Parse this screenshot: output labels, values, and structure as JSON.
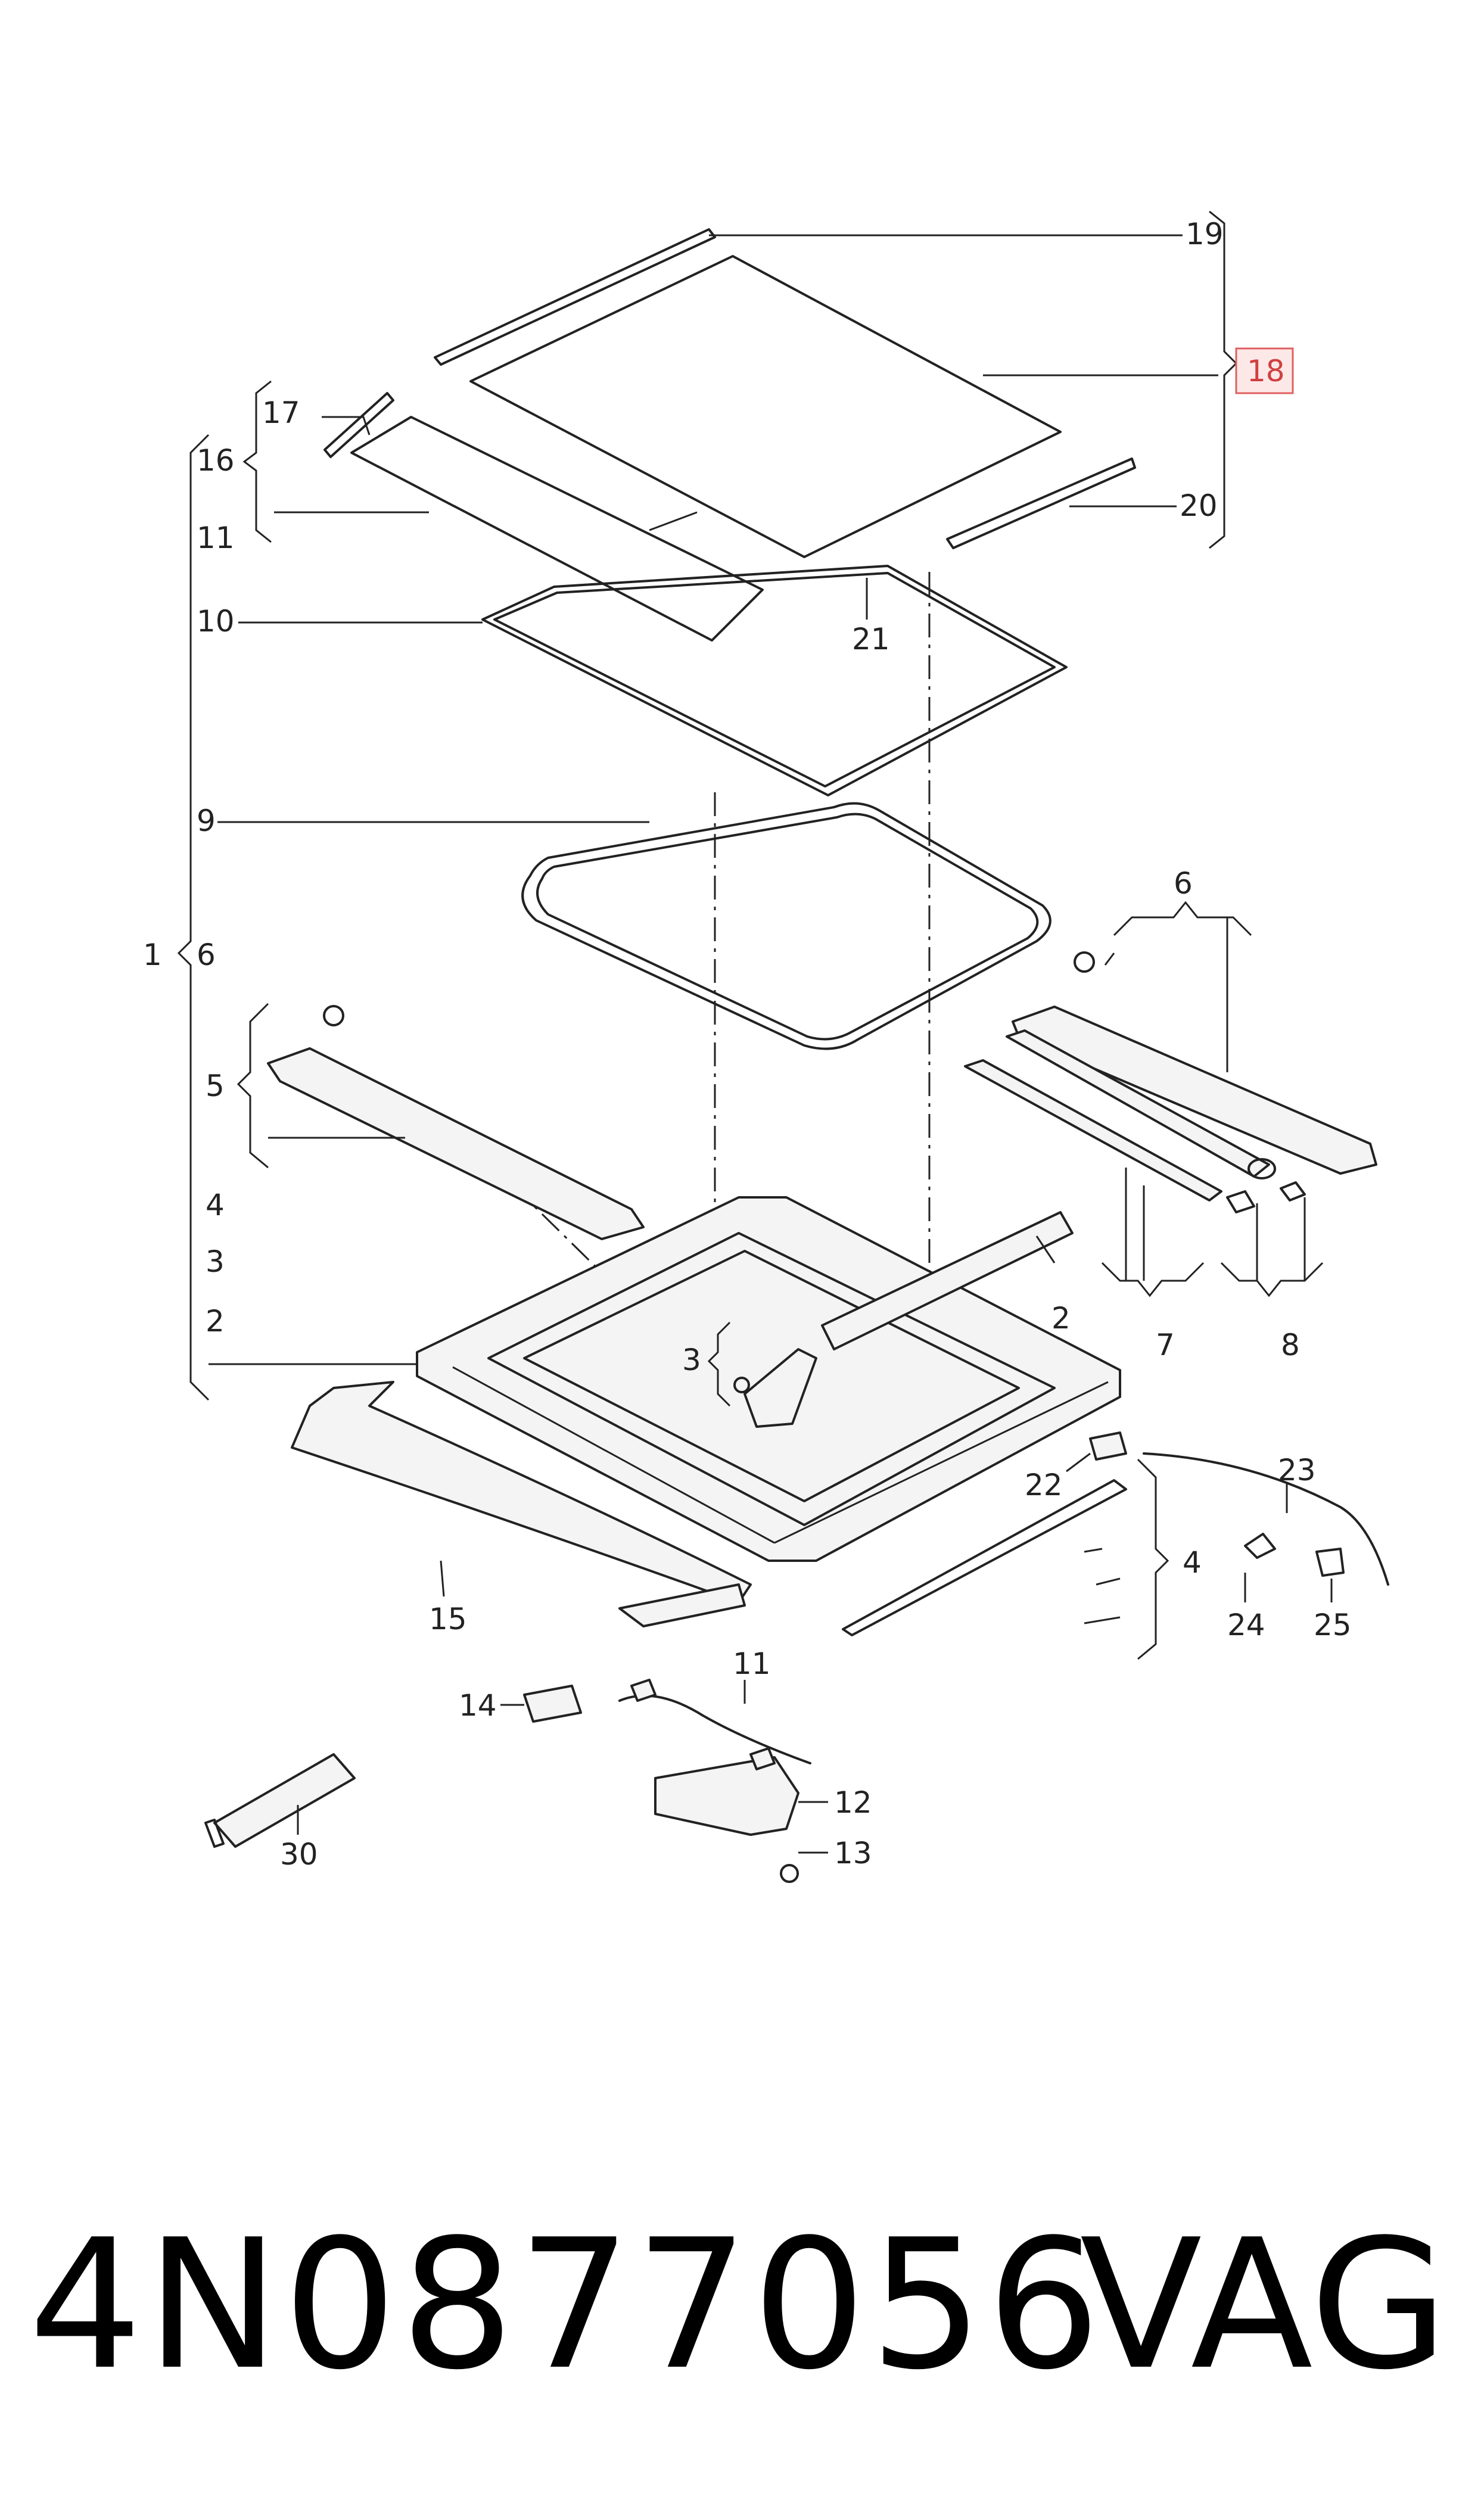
{
  "callouts": {
    "c1": "1",
    "c2a": "2",
    "c2b": "2",
    "c3a": "3",
    "c3b": "3",
    "c4a": "4",
    "c4b": "4",
    "c5": "5",
    "c6a": "6",
    "c6b": "6",
    "c7": "7",
    "c8": "8",
    "c9": "9",
    "c10": "10",
    "c11a": "11",
    "c11b": "11",
    "c12": "12",
    "c13": "13",
    "c14": "14",
    "c15": "15",
    "c16": "16",
    "c17": "17",
    "c18": "18",
    "c19": "19",
    "c20": "20",
    "c21": "21",
    "c22": "22",
    "c23": "23",
    "c24": "24",
    "c25": "25",
    "c30": "30"
  },
  "highlight": {
    "callout": "18",
    "color": "#e06060"
  },
  "footer": {
    "part_number": "4N0877056",
    "brand": "VAG"
  }
}
